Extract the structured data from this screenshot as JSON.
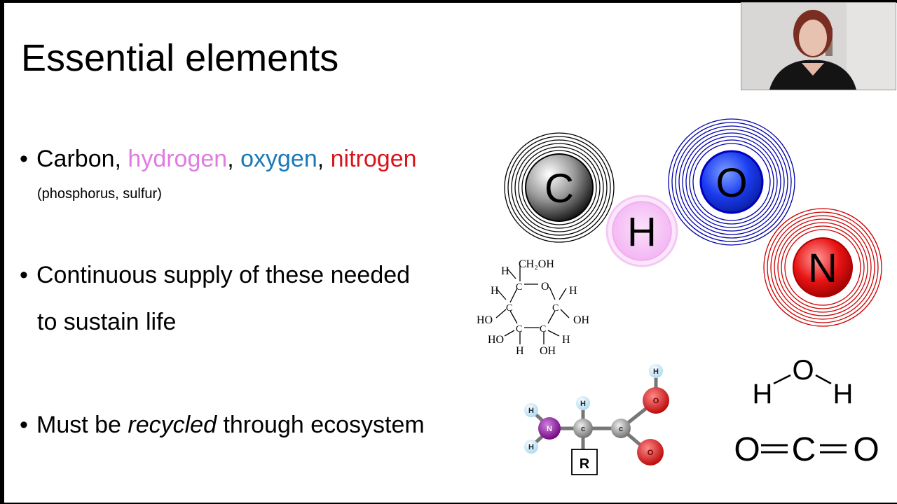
{
  "slide": {
    "title": "Essential elements",
    "bullet1": {
      "carbon": "Carbon, ",
      "hydrogen": "hydrogen",
      "sep1": ", ",
      "oxygen": "oxygen",
      "sep2": ", ",
      "nitrogen": "nitrogen"
    },
    "bullet1_sub": "(phosphorus, sulfur)",
    "bullet2_line1": "Continuous supply of these needed",
    "bullet2_line2": "to sustain life",
    "bullet3": {
      "before": "Must be ",
      "emph": "recycled",
      "after": " through ecosystem"
    },
    "bullet_symbol": "•"
  },
  "atoms": {
    "carbon": "C",
    "hydrogen": "H",
    "oxygen": "O",
    "nitrogen": "N"
  },
  "glucose": {
    "ch2oh": "CH₂OH",
    "ring_o": "O",
    "c": "C",
    "h": "H",
    "oh": "OH",
    "ho": "HO"
  },
  "amino_acid": {
    "n": "N",
    "c": "c",
    "o": "O",
    "h": "H",
    "r": "R"
  },
  "water": {
    "h": "H",
    "o": "O"
  },
  "co2": {
    "o": "O",
    "c": "C"
  },
  "colors": {
    "hydrogen": "#e07be0",
    "oxygen": "#1a78b8",
    "nitrogen": "#d9151b"
  },
  "camera": {
    "label": "presenter video"
  }
}
